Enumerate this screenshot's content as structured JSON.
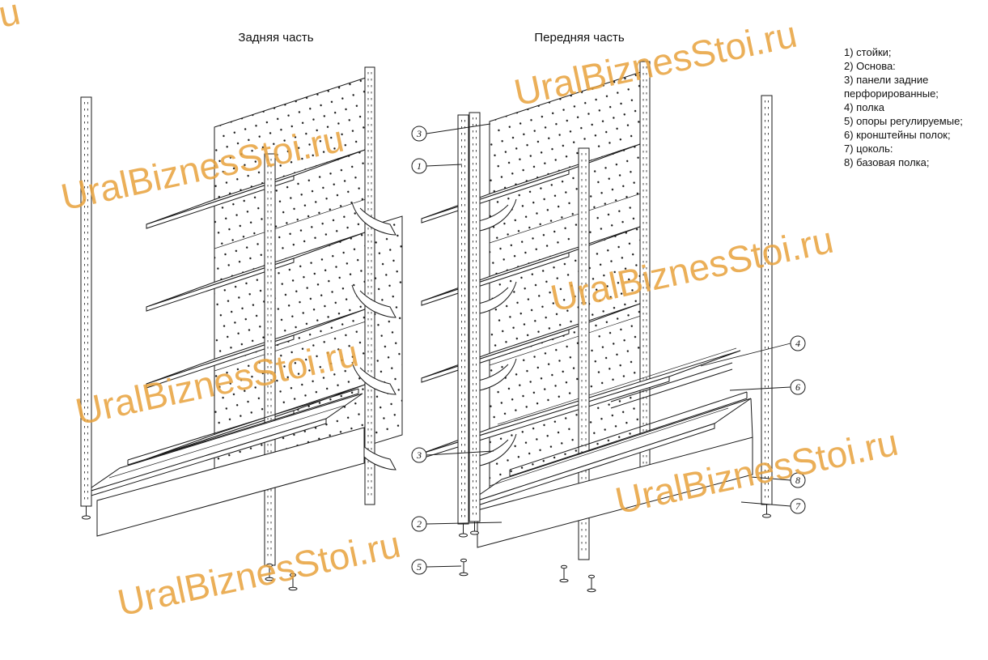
{
  "page": {
    "background": "#ffffff"
  },
  "titles": {
    "back_view": "Задняя часть",
    "front_view": "Передняя часть"
  },
  "legend": {
    "items": [
      "1) стойки;",
      "2) Основа:",
      "3) панели задние перфорированные;",
      "4) полка",
      "5) опоры регулируемые;",
      "6) кронштейны полок;",
      "7) цоколь:",
      "8) базовая полка;"
    ]
  },
  "watermark": {
    "text": "UralBiznesStoi.ru",
    "color": "#e8a23c"
  },
  "callouts": {
    "left": [
      "3",
      "1",
      "3",
      "2",
      "5"
    ],
    "right": [
      "4",
      "6",
      "8",
      "7"
    ]
  },
  "colors": {
    "line": "#1a1a1a"
  }
}
